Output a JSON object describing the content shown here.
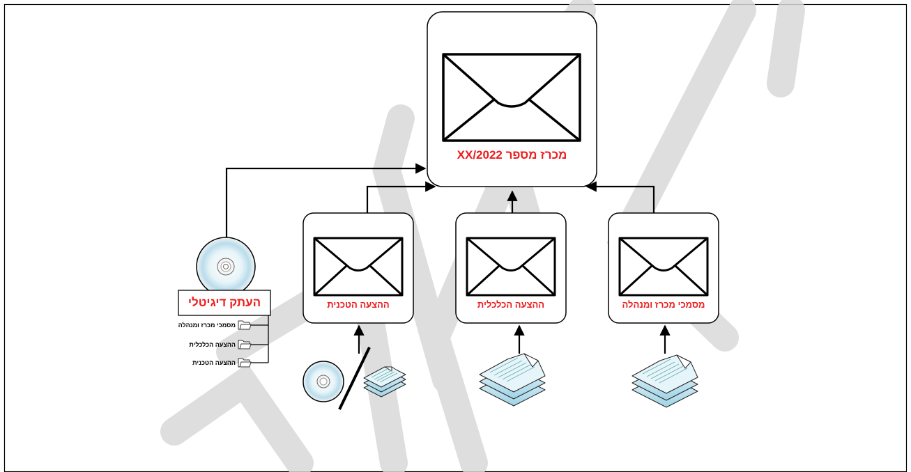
{
  "main_envelope": {
    "label": "מכרז מספר XX/2022"
  },
  "sub_envelopes": [
    {
      "id": "technical",
      "label": "ההצעה הטכנית"
    },
    {
      "id": "economic",
      "label": "ההצעה הכלכלית"
    },
    {
      "id": "tender_docs",
      "label": "מסמכי מכרז ומנהלה"
    }
  ],
  "digital_copy": {
    "label": "העתק דיגיטלי",
    "folders": [
      "מסמכי מכרז ומנהלה",
      "ההצעה הכלכלית",
      "ההצעה הטכנית"
    ]
  },
  "colors": {
    "label": "#ee1c1c",
    "watermark": "#d9d9d9",
    "stroke": "#000000",
    "paper": "#bfe3ee"
  }
}
